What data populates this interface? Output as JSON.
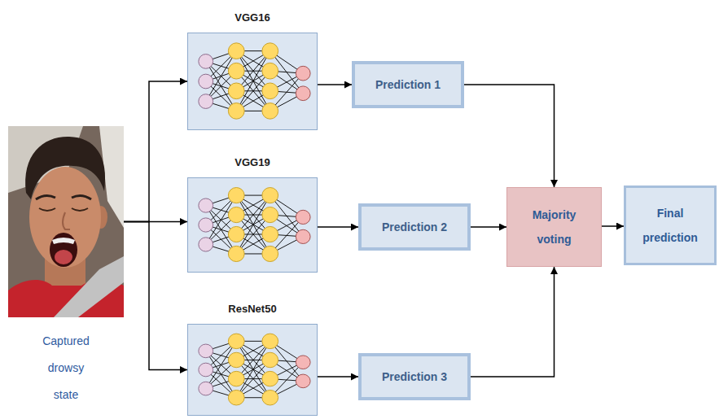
{
  "diagram": {
    "nodes": [
      {
        "text": [
          "Captured drowsy state"
        ]
      },
      {
        "text": [
          "VGG16"
        ]
      },
      {
        "text": [
          "Prediction 1"
        ]
      },
      {
        "text": [
          "VGG19"
        ]
      },
      {
        "text": [
          "Prediction 2"
        ]
      },
      {
        "text": [
          "ResNet50"
        ]
      },
      {
        "text": [
          "Prediction 3"
        ]
      },
      {
        "text": [
          "Majority voting"
        ]
      },
      {
        "text": [
          "Final prediction"
        ]
      }
    ],
    "edges": [
      {
        "from": 0,
        "to": 1,
        "arrow": "to"
      },
      {
        "from": 0,
        "to": 3,
        "arrow": "to"
      },
      {
        "from": 0,
        "to": 5,
        "arrow": "to"
      },
      {
        "from": 1,
        "to": 2,
        "arrow": "to"
      },
      {
        "from": 3,
        "to": 4,
        "arrow": "to"
      },
      {
        "from": 5,
        "to": 6,
        "arrow": "to"
      },
      {
        "from": 2,
        "to": 7,
        "arrow": "to"
      },
      {
        "from": 4,
        "to": 7,
        "arrow": "to"
      },
      {
        "from": 6,
        "to": 7,
        "arrow": "to"
      },
      {
        "from": 7,
        "to": 8,
        "arrow": "to"
      }
    ]
  }
}
